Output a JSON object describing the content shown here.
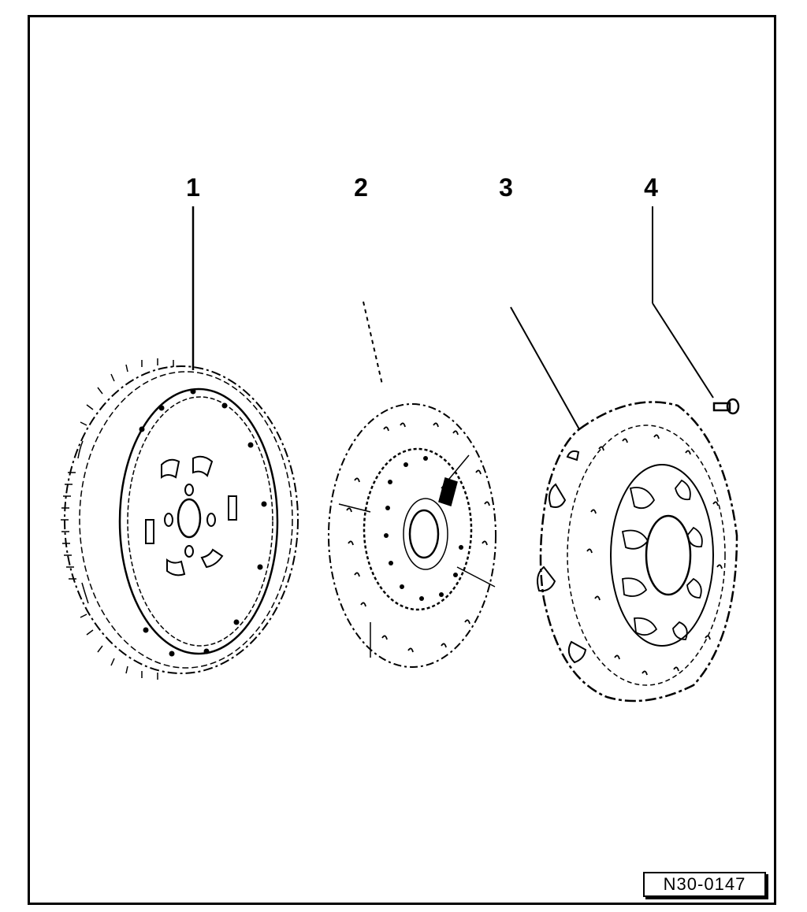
{
  "figure": {
    "code": "N30-0147"
  },
  "callouts": [
    {
      "label": "1"
    },
    {
      "label": "2"
    },
    {
      "label": "3"
    },
    {
      "label": "4"
    }
  ],
  "colors": {
    "ink": "#000000",
    "paper": "#ffffff"
  }
}
